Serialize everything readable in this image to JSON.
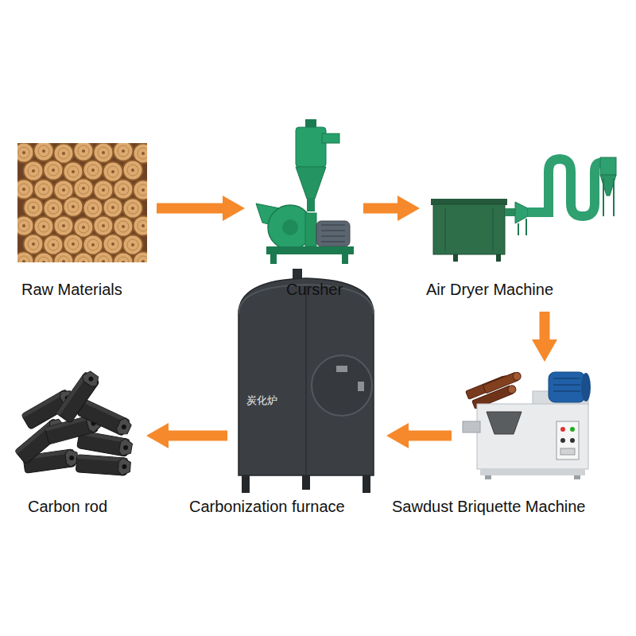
{
  "diagram": {
    "nodes": [
      {
        "text": [
          "Raw Materials"
        ]
      },
      {
        "text": [
          "Cursher"
        ]
      },
      {
        "text": [
          "Air Dryer Machine"
        ]
      },
      {
        "text": [
          "Sawdust Briquette Machine"
        ]
      },
      {
        "text": [
          "Carbonization furnace"
        ]
      },
      {
        "text": [
          "Carbon rod"
        ]
      }
    ],
    "edges": [
      {
        "from": 0,
        "to": 1,
        "arrow": "to"
      },
      {
        "from": 1,
        "to": 2,
        "arrow": "to"
      },
      {
        "from": 2,
        "to": 3,
        "arrow": "to"
      },
      {
        "from": 3,
        "to": 4,
        "arrow": "to"
      },
      {
        "from": 4,
        "to": 5,
        "arrow": "to"
      }
    ],
    "labels": [
      "炭化炉"
    ]
  }
}
